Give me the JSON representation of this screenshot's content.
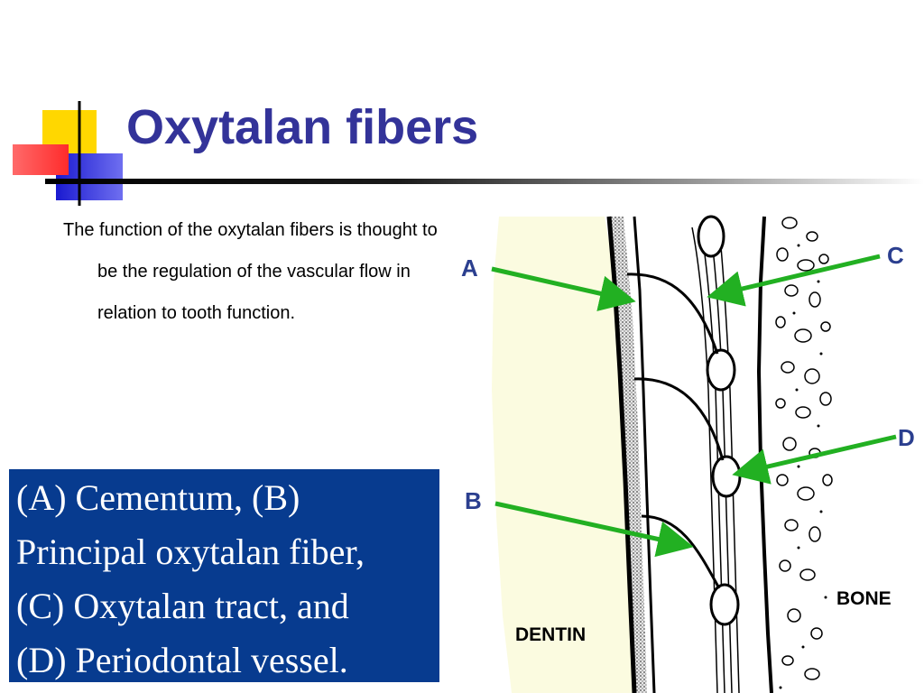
{
  "slide": {
    "title": "Oxytalan fibers",
    "body_text": "The function of the oxytalan fibers is thought to be the regulation of the vascular flow in relation to tooth function.",
    "caption_lines": [
      "(A) Cementum, (B)",
      "Principal oxytalan fiber,",
      "(C) Oxytalan tract, and",
      "(D) Periodontal vessel."
    ]
  },
  "diagram": {
    "labels": {
      "a": "A",
      "b": "B",
      "c": "C",
      "d": "D",
      "dentin": "DENTIN",
      "bone": "BONE"
    },
    "colors": {
      "title": "#333399",
      "caption_bg": "#073b8f",
      "dentin": "#fbfbe0",
      "arrow": "#22b022",
      "label": "#2b3f8f"
    }
  }
}
